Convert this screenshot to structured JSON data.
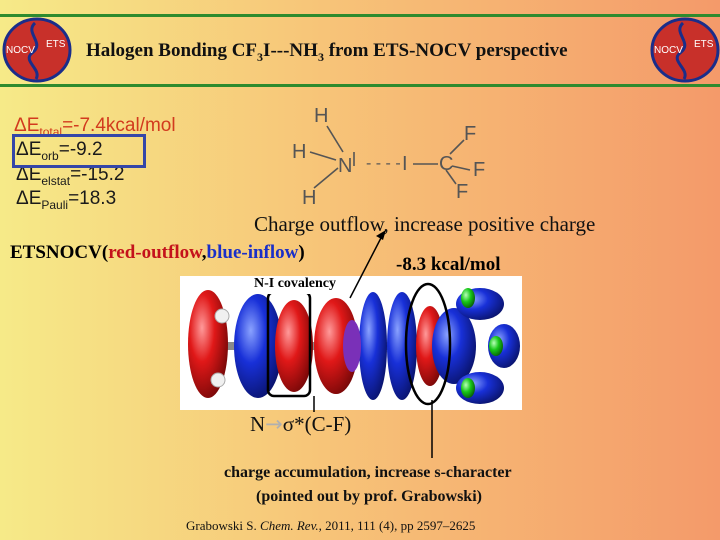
{
  "slide": {
    "title_main": "Halogen Bonding CF",
    "title_sub1": "3",
    "title_mid": "I---NH",
    "title_sub2": "3",
    "title_end": " from ETS-NOCV perspective",
    "logo_left_a": "NOCV",
    "logo_left_b": "ETS",
    "logo_right_a": "NOCV",
    "logo_right_b": "ETS",
    "colors": {
      "rule": "#2e8b2e",
      "orbital_red": "#e01818",
      "orbital_blue": "#1830d8",
      "box": "#3446a8"
    }
  },
  "energies": {
    "total_symbol": "ΔE",
    "total_sub": "total",
    "total_value": "=-7.4kcal/mol",
    "orb_symbol": "ΔE",
    "orb_sub": "orb",
    "orb_value": "=-9.2",
    "elstat_symbol": "ΔE",
    "elstat_sub": "elstat",
    "elstat_value": "=-15.2",
    "pauli_symbol": "ΔE",
    "pauli_sub": "Pauli",
    "pauli_value": "=18.3"
  },
  "molecule": {
    "h1": "H",
    "h2": "H",
    "h3": "H",
    "n": "N",
    "i": "I",
    "c": "C",
    "f1": "F",
    "f2": "F",
    "f3": "F",
    "dashes": "- - - -"
  },
  "labels": {
    "charge_outflow": "Charge outflow, increase positive charge",
    "legend_prefix": "ETSNOCV(",
    "legend_red": "red-outflow",
    "legend_comma": ",",
    "legend_blue": "blue-inflow",
    "legend_close": ")",
    "nocv_energy": "-8.3 kcal/mol",
    "ni_covalency": "N-I covalency",
    "n_sigma": "N",
    "n_sigma_arrow": "→",
    "n_sigma_rest": "σ*(C-F)",
    "accumulation": "charge accumulation, increase s-character",
    "pointed_out": "(pointed out by prof. Grabowski)",
    "ref_author": "Grabowski S. ",
    "ref_journal": "Chem. Rev.",
    "ref_rest": ", 2011, 111 (4), pp 2597–2625"
  }
}
